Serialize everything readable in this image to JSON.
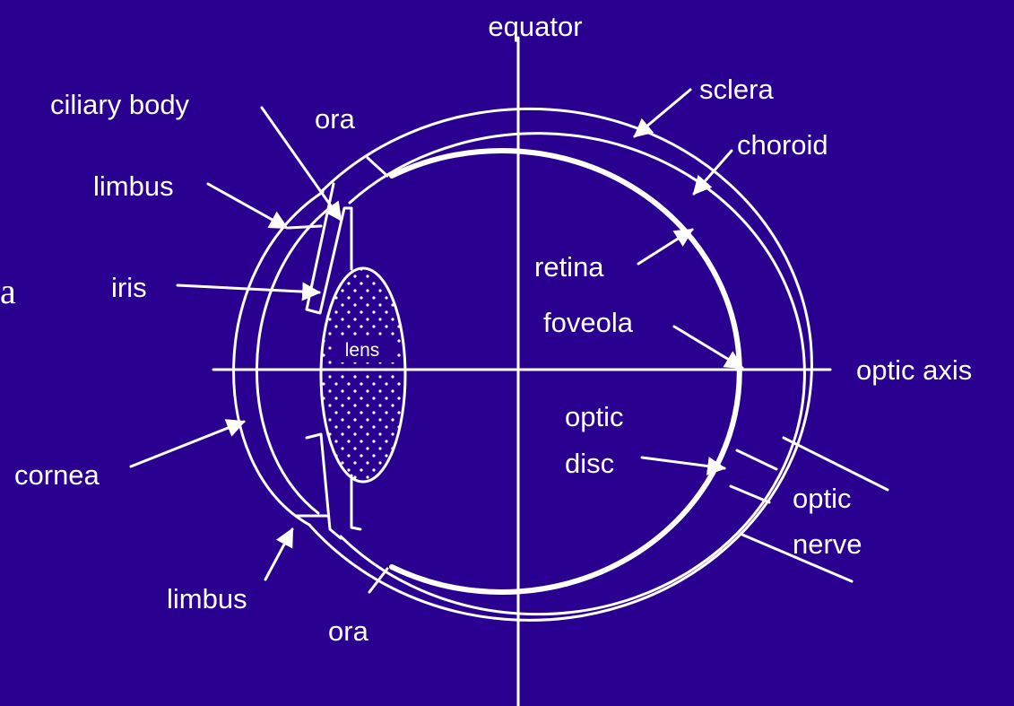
{
  "colors": {
    "background": "#2a0090",
    "foreground": "#ffffff"
  },
  "labels": {
    "equator": "equator",
    "ciliary_body": "ciliary body",
    "ora_top": "ora",
    "limbus_top": "limbus",
    "iris": "iris",
    "cornea": "cornea",
    "limbus_bottom": "limbus",
    "ora_bottom": "ora",
    "sclera": "sclera",
    "choroid": "choroid",
    "retina": "retina",
    "foveola": "foveola",
    "optic_axis": "optic axis",
    "optic_disc_line1": "optic",
    "optic_disc_line2": "disc",
    "optic_nerve_line1": "optic",
    "optic_nerve_line2": "nerve",
    "lens": "lens",
    "edge_fragment": "a"
  }
}
